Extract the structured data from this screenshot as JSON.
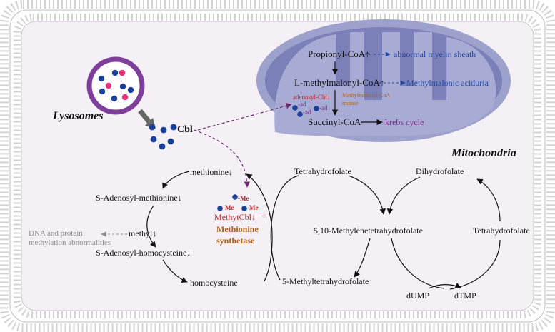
{
  "labels": {
    "lysosomes": "Lysosomes",
    "cbl": "Cbl",
    "mitochondria": "Mitochondria",
    "propionyl": "Propionyl-CoA↑",
    "myelin": "abnormal myelin sheath",
    "methylmalonyl": "L-methylmalonyl-CoA↑",
    "aciduria": "Methylmalonic aciduria",
    "adenosyl_cbl": "adenosyl-Cbl↓",
    "mutase_line1": "Methylmalonyl-CoA",
    "mutase_line2": "mutase",
    "succinyl": "Succinyl-CoA",
    "krebs": "krebs cycle",
    "ad": "-ad",
    "methionine": "methionine↓",
    "sam": "S-Adenosyl-methionine↓",
    "methyl": "methyl↓",
    "sah": "S-Adenosyl-homocysteine↓",
    "homocysteine": "homocysteine",
    "dna_line1": "DNA and protein",
    "dna_line2": "methylation abnormalities",
    "me": "-Me",
    "methylcbl": "MethytCbl↓",
    "plus": "+",
    "synthetase_line1": "Methionine",
    "synthetase_line2": "synthetase",
    "thf_top": "Tetrahydrofolate",
    "methyl_thf": "5-Methyltetrahydrofolate",
    "dhf": "Dihydrofolate",
    "methylene_thf": "5,10-Methylenetetrahydrofolate",
    "thf_right": "Tetrahydrofolate",
    "dump": "dUMP",
    "dtmp": "dTMP"
  },
  "colors": {
    "membrane": "#c8c8c8",
    "cell_fill": "#f5f0f6",
    "lysosome_ring": "#7d3f9a",
    "cbl_dot": "#1a3f99",
    "pink_dot": "#e8307a",
    "mito_outer": "#9da2cc",
    "mito_inner": "#7b80b8",
    "blue_text": "#2148a8",
    "red_text": "#c0282a",
    "brown_text": "#b0621d",
    "purple_text": "#7a2a8a",
    "dashed_purple": "#6e2a6e",
    "gray_text": "#8c8c8c"
  }
}
